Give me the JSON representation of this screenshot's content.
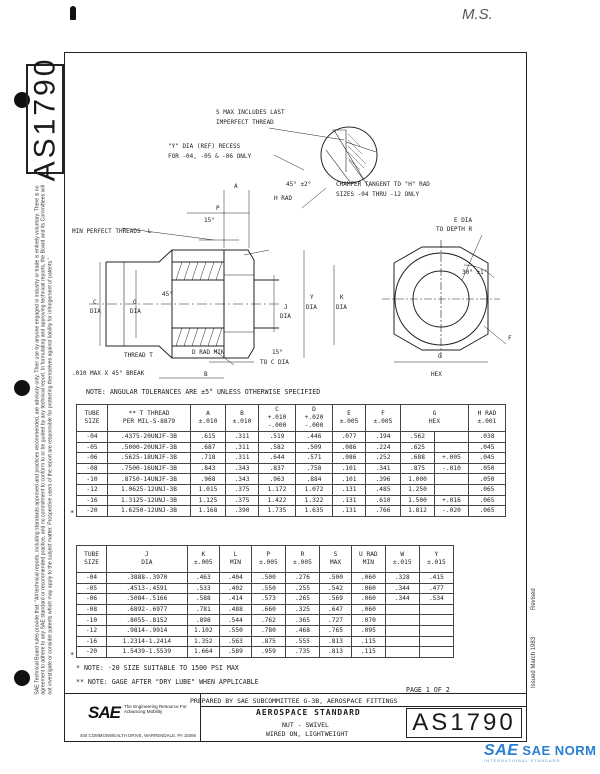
{
  "document": {
    "doc_number": "AS1790",
    "handwritten_mark": "M.S.",
    "page_label": "PAGE 1 OF 2",
    "prepared_by": "PREPARED BY SAE SUBCOMMITTEE G-3B, AEROSPACE FITTINGS",
    "standard_type": "AEROSPACE  STANDARD",
    "title_line1": "NUT - SWIVEL",
    "title_line2": "WIRED ON, LIGHTWEIGHT",
    "issued": "Issued  March 1983",
    "revised": "Revised",
    "logo": {
      "mark": "SAE",
      "tagline": "The Engineering Resource For Advancing Mobility",
      "address": "400 COMMONWEALTH DRIVE, WARRENDALE, PA 15096"
    },
    "side_legal_text": "SAE Technical Board rules provide that: \"All technical reports, including standards approved and practices recommended, are advisory only. Their use by anyone engaged in industry or trade is entirely voluntary. There is no agreement to adhere to any SAE standard or recommended practice, and no commitment to conform to or be guided by any technical report. In formulating and approving technical reports, the Board and its Committees will not investigate or consider patents which may apply to the subject matter. Prospective users of the report are responsible for protecting themselves against liability for infringement of patents.\""
  },
  "drawing": {
    "labels": {
      "s_max": "S MAX INCLUDES LAST",
      "s_max2": "IMPERFECT THREAD",
      "y_dia1": "\"Y\" DIA (REF) RECESS",
      "y_dia2": "FOR -04, -05 & -06 ONLY",
      "angle_45_2": "45° ±2°",
      "chamfer1": "CHAMFER TANGENT TO \"H\" RAD",
      "chamfer2": "SIZES -04 THRU -12 ONLY",
      "h_rad": "H RAD",
      "e_dia1": "E DIA",
      "e_dia2": "TO DEPTH R",
      "angle_30": "30° ±1°",
      "min_perfect": "MIN PERFECT THREADS -L",
      "angle_15": "15°",
      "angle_45": "45°",
      "p": "P",
      "a": "A",
      "c_dia": "C DIA",
      "g_dia": "G DIA",
      "j_dia": "J DIA",
      "y_dia": "Y DIA",
      "k_dia": "K DIA",
      "thread_t": "THREAD T",
      "d_rad": "D RAD MIN",
      "to_c_dia": "TO C DIA",
      "b": "B",
      "break": ".010 MAX X 45° BREAK",
      "g_hex": "G HEX",
      "f": "F"
    }
  },
  "notes": {
    "angular": "NOTE:  ANGULAR TOLERANCES ARE ±5° UNLESS OTHERWISE SPECIFIED",
    "size20": "*  NOTE:  -20 SIZE SUITABLE TO 1500 PSI MAX",
    "gage": "** NOTE:  GAGE AFTER \"DRY LUBE\" WHEN APPLICABLE"
  },
  "table1": {
    "headers": [
      "TUBE SIZE",
      "** T THREAD PER MIL-S-8879",
      "A ±.010",
      "B ±.010",
      "C +.010 -.000",
      "D +.020 -.000",
      "E ±.005",
      "F ±.005",
      "G HEX",
      "",
      "H RAD ±.001"
    ],
    "rows": [
      [
        "-04",
        ".4375-20UNJF-3B",
        ".615",
        ".311",
        ".519",
        ".446",
        ".077",
        ".194",
        ".562",
        "",
        ".038"
      ],
      [
        "-05",
        ".5000-20UNJF-3B",
        ".687",
        ".311",
        ".582",
        ".509",
        ".086",
        ".224",
        ".625",
        "",
        ".045"
      ],
      [
        "-06",
        ".5625-18UNJF-3B",
        ".718",
        ".311",
        ".644",
        ".571",
        ".086",
        ".252",
        ".688",
        "+.005",
        ".045"
      ],
      [
        "-08",
        ".7500-16UNJF-3B",
        ".843",
        ".343",
        ".837",
        ".758",
        ".101",
        ".341",
        ".875",
        "-.010",
        ".050"
      ],
      [
        "-10",
        ".8750-14UNJF-3B",
        ".968",
        ".343",
        ".963",
        ".884",
        ".101",
        ".396",
        "1.000",
        "",
        ".050"
      ],
      [
        "-12",
        "1.0625-12UNJ-3B",
        "1.015",
        ".375",
        "1.172",
        "1.072",
        ".131",
        ".485",
        "1.250",
        "",
        ".065"
      ],
      [
        "-16",
        "1.3125-12UNJ-3B",
        "1.125",
        ".375",
        "1.422",
        "1.322",
        ".131",
        ".610",
        "1.500",
        "+.016",
        ".065"
      ],
      [
        "-20",
        "1.6250-12UNJ-3B",
        "1.168",
        ".390",
        "1.735",
        "1.635",
        ".131",
        ".766",
        "1.812",
        "-.020",
        ".065"
      ]
    ],
    "star_row": "*"
  },
  "table2": {
    "headers": [
      "TUBE SIZE",
      "J DIA",
      "K ±.005",
      "L MIN",
      "P ±.005",
      "R ±.005",
      "S MAX",
      "U RAD MIN",
      "W ±.015",
      "Y ±.015"
    ],
    "rows": [
      [
        "-04",
        ".3888-.3970",
        ".463",
        ".404",
        ".500",
        ".276",
        ".500",
        ".060",
        ".328",
        ".415"
      ],
      [
        "-05",
        ".4513-.4591",
        ".533",
        ".402",
        ".550",
        ".255",
        ".542",
        ".060",
        ".344",
        ".477"
      ],
      [
        "-06",
        ".5084-.5166",
        ".588",
        ".414",
        ".573",
        ".265",
        ".569",
        ".060",
        ".344",
        ".534"
      ],
      [
        "-08",
        ".6892-.6977",
        ".781",
        ".488",
        ".660",
        ".325",
        ".647",
        ".060",
        "",
        ""
      ],
      [
        "-10",
        ".8055-.8152",
        ".898",
        ".544",
        ".762",
        ".365",
        ".727",
        ".070",
        "",
        ""
      ],
      [
        "-12",
        ".9814-.9914",
        "1.102",
        ".550",
        ".780",
        ".468",
        ".765",
        ".095",
        "",
        ""
      ],
      [
        "-16",
        "1.2314-1.2414",
        "1.352",
        ".563",
        ".875",
        ".555",
        ".813",
        ".115",
        "",
        ""
      ],
      [
        "-20",
        "1.5439-1.5539",
        "1.664",
        ".589",
        ".959",
        ".735",
        ".813",
        ".115",
        "",
        ""
      ]
    ],
    "star_row": "*"
  },
  "watermark": {
    "mark": "SAE",
    "text": "SAE NORM",
    "sub": "INTERNATIONAL STANDARD"
  }
}
